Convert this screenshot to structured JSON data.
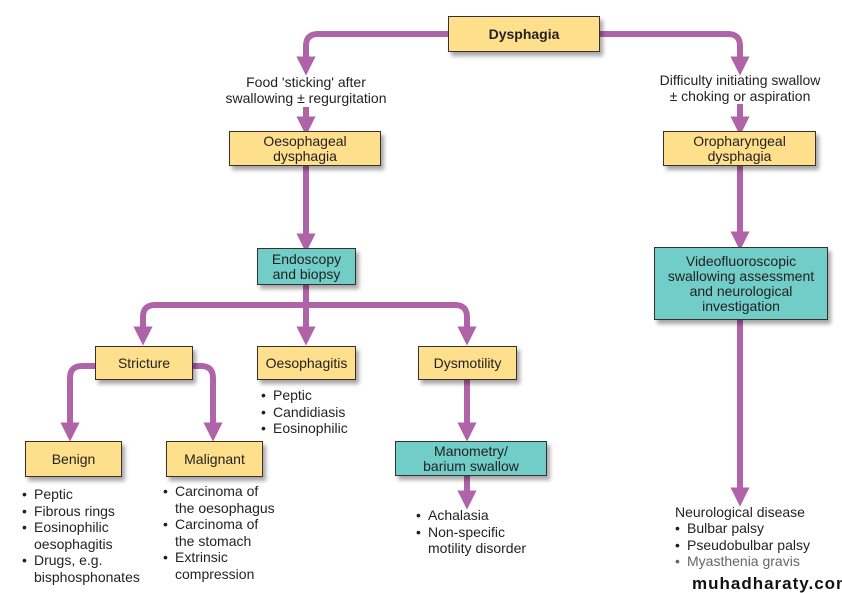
{
  "root": "Dysphagia",
  "left_branch": {
    "criterion": [
      "Food 'sticking' after",
      "swallowing ± regurgitation"
    ],
    "title": [
      "Oesophageal",
      "dysphagia"
    ],
    "investigation": [
      "Endoscopy",
      "and biopsy"
    ],
    "stricture": {
      "title": "Stricture",
      "benign": {
        "title": "Benign",
        "items": [
          "Peptic",
          "Fibrous rings",
          "Eosinophilic",
          "oesophagitis",
          "Drugs, e.g.",
          "bisphosphonates"
        ]
      },
      "malignant": {
        "title": "Malignant",
        "items": [
          "Carcinoma of",
          "the oesophagus",
          "Carcinoma of",
          "the stomach",
          "Extrinsic",
          "compression"
        ]
      }
    },
    "oesophagitis": {
      "title": "Oesophagitis",
      "items": [
        "Peptic",
        "Candidiasis",
        "Eosinophilic"
      ]
    },
    "dysmotility": {
      "title": "Dysmotility",
      "investigation": [
        "Manometry/",
        "barium swallow"
      ],
      "items": [
        "Achalasia",
        "Non-specific",
        "motility disorder"
      ]
    }
  },
  "right_branch": {
    "criterion": [
      "Difficulty initiating swallow",
      "± choking or aspiration"
    ],
    "title": [
      "Oropharyngeal",
      "dysphagia"
    ],
    "investigation": [
      "Videofluoroscopic",
      "swallowing assessment",
      "and neurological",
      "investigation"
    ],
    "outcome": {
      "title": "Neurological disease",
      "items": [
        "Bulbar palsy",
        "Pseudobulbar palsy",
        "Myasthenia gravis"
      ]
    }
  },
  "watermark": "muhadharaty.com",
  "colors": {
    "connector": "#b064a8",
    "decision_box": "#fddf8c",
    "investigation_box": "#70cdc8"
  }
}
